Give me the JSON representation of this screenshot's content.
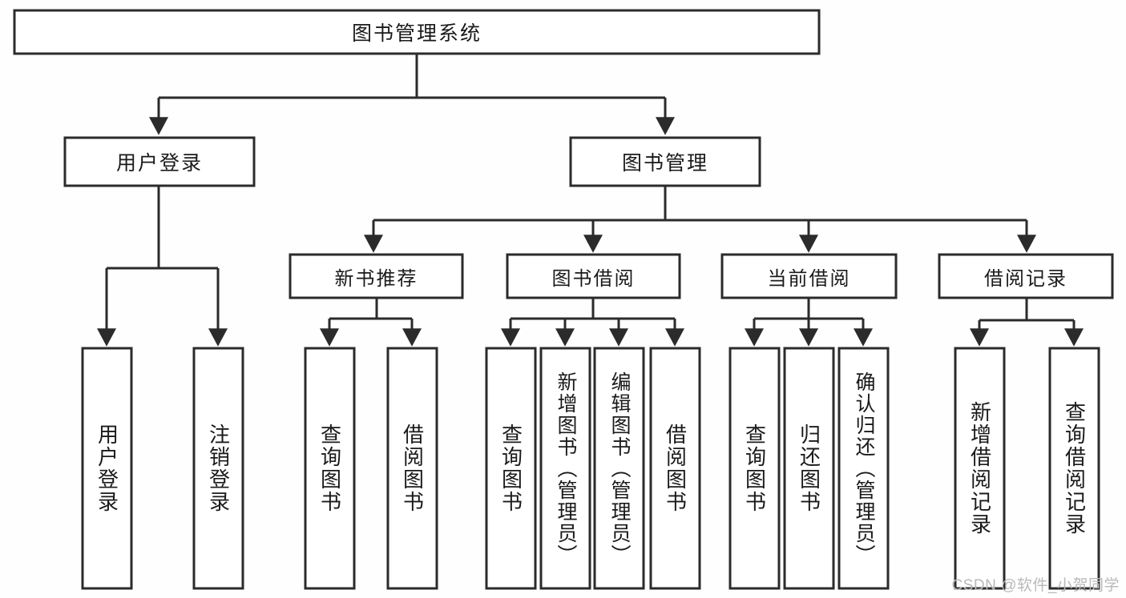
{
  "diagram": {
    "title_node": {
      "label": "图书管理系统"
    },
    "level2": [
      {
        "id": "user-login",
        "label": "用户登录"
      },
      {
        "id": "book-manage",
        "label": "图书管理"
      }
    ],
    "level3": [
      {
        "id": "new-book-recommend",
        "label": "新书推荐"
      },
      {
        "id": "book-borrow",
        "label": "图书借阅"
      },
      {
        "id": "current-borrow",
        "label": "当前借阅"
      },
      {
        "id": "borrow-record",
        "label": "借阅记录"
      }
    ],
    "leaves": {
      "user_login": [
        {
          "id": "leaf-user-login",
          "label": "用户登录"
        },
        {
          "id": "leaf-logout-login",
          "label": "注销登录"
        }
      ],
      "new_book_recommend": [
        {
          "id": "leaf-query-book-1",
          "label": "查询图书"
        },
        {
          "id": "leaf-borrow-book-1",
          "label": "借阅图书"
        }
      ],
      "book_borrow": [
        {
          "id": "leaf-query-book-2",
          "label": "查询图书"
        },
        {
          "id": "leaf-add-book",
          "label": "新增图书（管理员）"
        },
        {
          "id": "leaf-edit-book",
          "label": "编辑图书（管理员）"
        },
        {
          "id": "leaf-borrow-book-2",
          "label": "借阅图书"
        }
      ],
      "current_borrow": [
        {
          "id": "leaf-query-book-3",
          "label": "查询图书"
        },
        {
          "id": "leaf-return-book",
          "label": "归还图书"
        },
        {
          "id": "leaf-confirm-return",
          "label": "确认归还（管理员）"
        }
      ],
      "borrow_record": [
        {
          "id": "leaf-add-record",
          "label": "新增借阅记录"
        },
        {
          "id": "leaf-query-record",
          "label": "查询借阅记录"
        }
      ]
    }
  },
  "watermark": {
    "text": "CSDN @软件_小贺同学"
  },
  "colors": {
    "background": "#fefefe",
    "box_fill": "#ffffff",
    "stroke": "#2b2b2b",
    "text": "#1a1a1a",
    "watermark": "#b9b9b9"
  }
}
